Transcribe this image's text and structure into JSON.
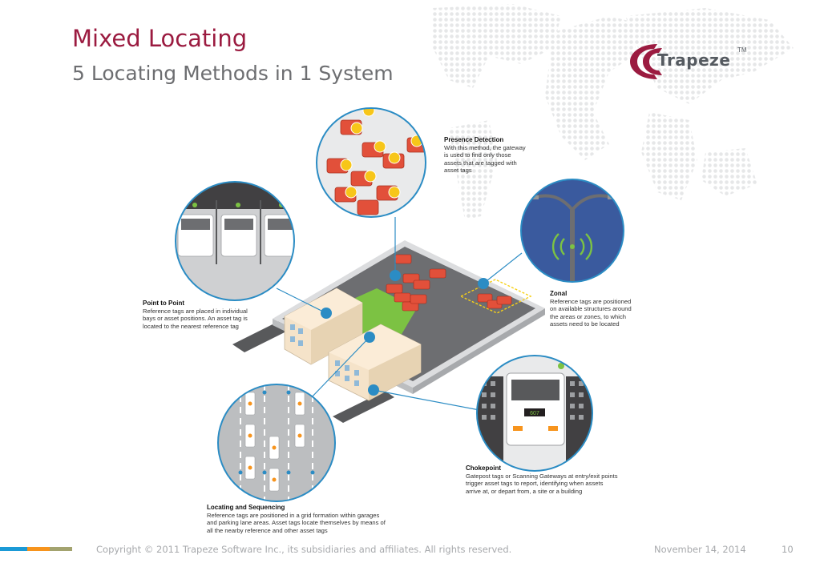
{
  "slide": {
    "title": "Mixed Locating",
    "subtitle": "5 Locating Methods in 1 System"
  },
  "logo": {
    "text": "Trapeze",
    "tm": "TM"
  },
  "methods": {
    "presence": {
      "heading": "Presence Detection",
      "lines": [
        "With this method, the gateway",
        "is used to find only those",
        "assets that are tagged with",
        "asset tags"
      ]
    },
    "zonal": {
      "heading": "Zonal",
      "lines": [
        "Reference tags are positioned",
        "on available structures around",
        "the areas or zones, to which",
        "assets need to be located"
      ]
    },
    "point": {
      "heading": "Point to Point",
      "lines": [
        "Reference tags are placed in individual",
        "bays or asset positions. An asset tag is",
        "located to the nearest reference tag"
      ]
    },
    "chokepoint": {
      "heading": "Chokepoint",
      "lines": [
        "Gatepost tags or Scanning Gateways at entry/exit points",
        "trigger asset tags to report, identifying when assets",
        "arrive at, or depart from, a site or a building"
      ]
    },
    "locating": {
      "heading": "Locating and Sequencing",
      "lines": [
        "Reference tags are positioned in a grid formation within garages",
        "and parking lane areas. Asset tags locate themselves by means of",
        "all the nearby reference and other asset tags"
      ]
    }
  },
  "bus_display": "607",
  "footer": {
    "copyright": "Copyright © 2011 Trapeze Software Inc., its subsidiaries and affiliates. All rights reserved.",
    "date": "November 14, 2014",
    "page": "10"
  },
  "colors": {
    "title": "#9b1b40",
    "accent_blue": "#2b8cc4",
    "bar_blue": "#1b9ad6",
    "bar_orange": "#f7941d",
    "bar_olive": "#a3a36f",
    "bus_red": "#e2503a",
    "grass": "#7cc243"
  }
}
